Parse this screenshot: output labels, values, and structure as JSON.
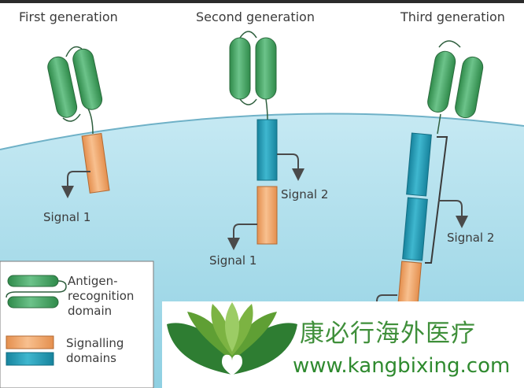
{
  "columns": {
    "first": {
      "title": "First generation",
      "signal": "Signal 1"
    },
    "second": {
      "title": "Second generation",
      "signal_a": "Signal 2",
      "signal_b": "Signal 1"
    },
    "third": {
      "title": "Third generation",
      "signal": "Signal 2"
    }
  },
  "legend": {
    "antigen": "Antigen-recognition domain",
    "signalling": "Signalling domains"
  },
  "watermark": {
    "chinese": "康必行海外医疗",
    "url": "www.kangbixing.com"
  },
  "colors": {
    "membrane": "#a9dcea",
    "membrane_edge": "#7fb9cf",
    "antigen_green": "#3fa35f",
    "costim_blue": "#1f9db8",
    "signal_orange": "#f2a76a",
    "logo_green": "#3f8f3a"
  }
}
